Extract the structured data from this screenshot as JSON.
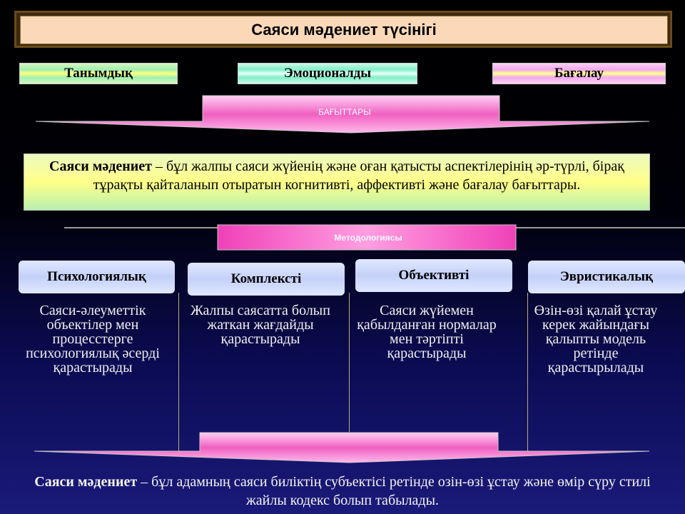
{
  "title": "Саяси мәдениет түсінігі",
  "categories": [
    "Танымдық",
    "Эмоционалды",
    "Бағалау"
  ],
  "directions_label": "БАҒЫТТАРЫ",
  "definition1": {
    "term": "Саяси мәдениет",
    "text": " – бұл жалпы саяси жүйенің  және оған қатысты аспектілерінің әр-түрлі, бірақ тұрақты қайталанып отыратын когнитивті, аффективті және бағалау бағыттары."
  },
  "methodology_label": "Методологиясы",
  "methods": [
    {
      "name": "Психологиялық",
      "desc": "Саяси-әлеуметтік объектілер мен процесстерге психологиялық әсерді қарастырады"
    },
    {
      "name": "Комплексті",
      "desc": "Жалпы саясатта болып жаткан жағдайды қарастырады"
    },
    {
      "name": "Объективті",
      "desc": "Саяси жүйемен қабылданған нормалар мен тәртіпті қарастырады"
    },
    {
      "name": "Эвристикалық",
      "desc": "Өзін-өзі қалай ұстау керек жайындағы қалыпты модель ретінде қарастырылады"
    }
  ],
  "definition2": {
    "term": "Саяси мәдениет",
    "text": " – бұл адамның саяси биліктің субъектісі ретінде озін-өзі ұстау және өмір сүру стилі жайлы кодекс болып табылады."
  },
  "colors": {
    "title_bg": "#fbd9b8",
    "banner_pink": "#f060c0",
    "definition_bg": "#ffff88",
    "method_box": "#c4d0f8"
  }
}
